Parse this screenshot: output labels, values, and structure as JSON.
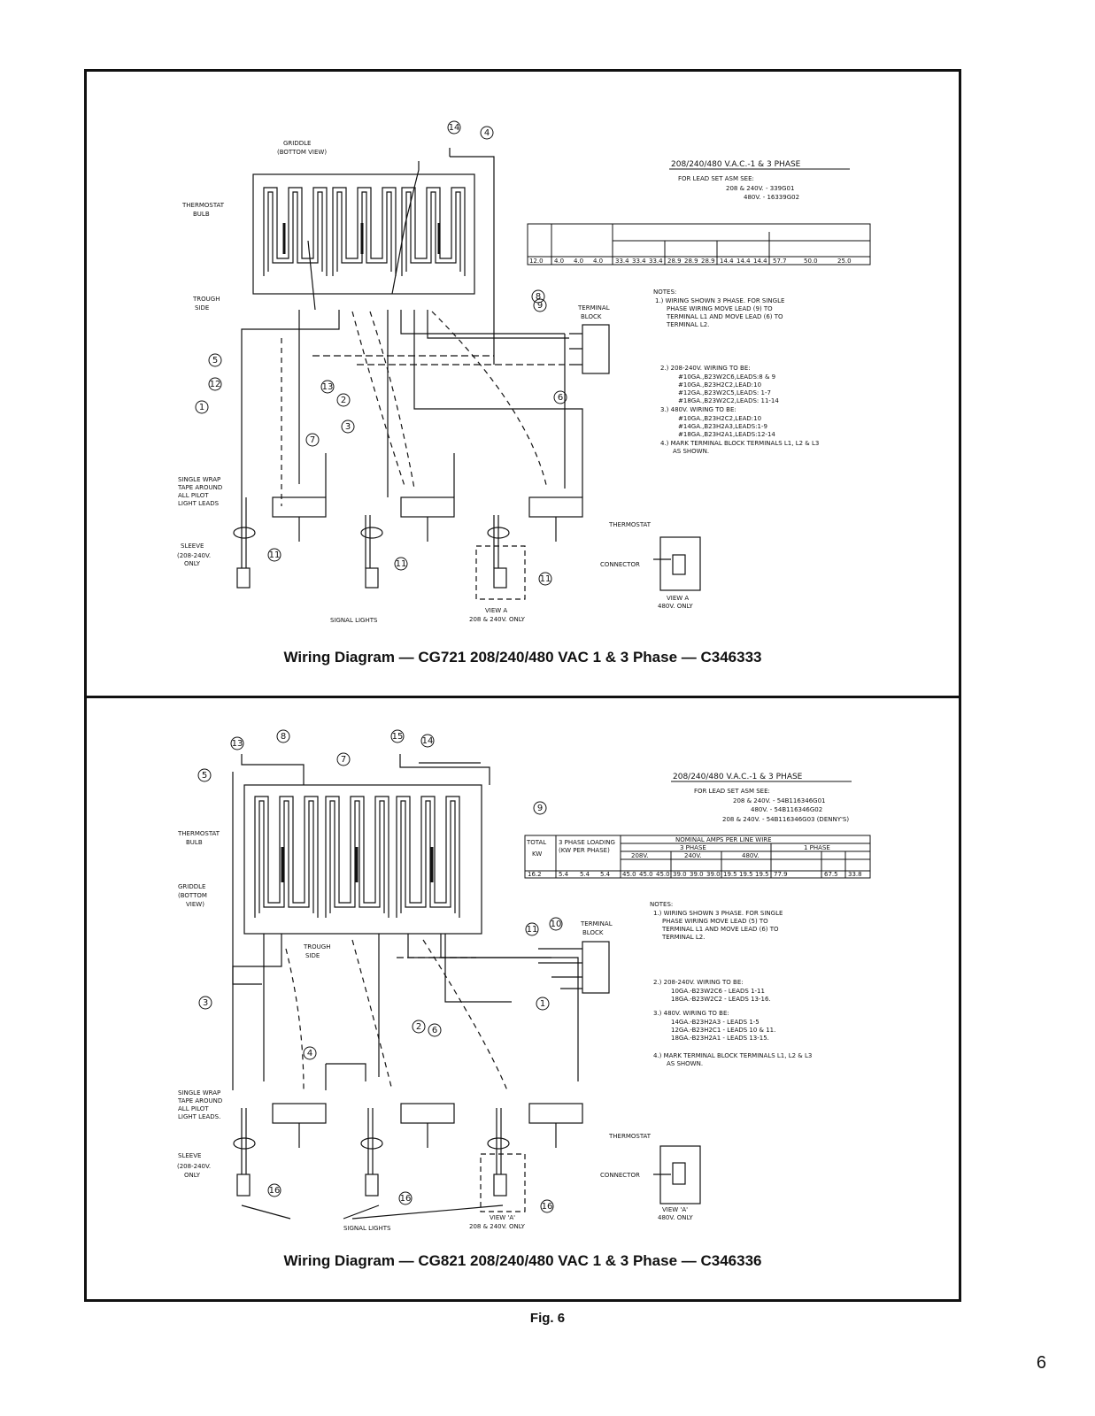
{
  "panel_top": {
    "caption": "Wiring Diagram — CG721 208/240/480 VAC 1 & 3 Phase — C346333",
    "labels": {
      "griddle": "GRIDDLE",
      "bottom_view": "(BOTTOM VIEW)",
      "thermostat_bulb": "THERMOSTAT",
      "bulb": "BULB",
      "trough": "TROUGH",
      "side": "SIDE",
      "terminal": "TERMINAL",
      "block": "BLOCK",
      "single_wrap": [
        "SINGLE WRAP",
        "TAPE AROUND",
        "ALL PILOT",
        "LIGHT LEADS"
      ],
      "sleeve": "SLEEVE",
      "sleeve_note": [
        "(208-240V.",
        "ONLY"
      ],
      "thermostat": "THERMOSTAT",
      "connector": "CONNECTOR",
      "view_a": "VIEW A",
      "view_a_note": "480V. ONLY",
      "signal_lights": "SIGNAL LIGHTS",
      "view_a_left": "VIEW A",
      "view_a_left_note": "208 & 240V. ONLY"
    },
    "title_block": {
      "title": "208/240/480 V.A.C.-1 & 3 PHASE",
      "lead_set": "FOR LEAD SET ASM SEE:",
      "lines": [
        "208 & 240V. - 339G01",
        "480V. - 16339G02"
      ]
    },
    "table": {
      "total_kw": "12.0",
      "loading": [
        "4.0",
        "4.0",
        "4.0"
      ],
      "amps_208": [
        "33.4",
        "33.4",
        "33.4"
      ],
      "amps_240": [
        "28.9",
        "28.9",
        "28.9"
      ],
      "amps_480": [
        "14.4",
        "14.4",
        "14.4"
      ],
      "single": [
        "57.7",
        "50.0",
        "25.0"
      ]
    },
    "notes": {
      "heading": "NOTES:",
      "n1": [
        "1.) WIRING SHOWN 3 PHASE. FOR SINGLE",
        "PHASE WIRING MOVE LEAD (9) TO",
        "TERMINAL L1 AND MOVE LEAD (6) TO",
        "TERMINAL L2."
      ],
      "n2": [
        "2.) 208-240V. WIRING TO BE:",
        "#10GA.,B23W2C6,LEADS:8 & 9",
        "#10GA.,B23H2C2,LEAD:10",
        "#12GA.,B23W2C5,LEADS: 1-7",
        "#18GA.,B23W2C2,LEADS: 11-14"
      ],
      "n3": [
        "3.) 480V. WIRING TO BE:",
        "#10GA.,B23H2C2,LEAD:10",
        "#14GA.,B23H2A3,LEADS:1-9",
        "#18GA.,B23H2A1,LEADS:12-14"
      ],
      "n4": [
        "4.) MARK TERMINAL BLOCK TERMINALS L1, L2 & L3",
        "AS SHOWN."
      ]
    }
  },
  "panel_bottom": {
    "caption": "Wiring Diagram — CG821 208/240/480 VAC 1 & 3 Phase — C346336",
    "labels": {
      "thermostat_bulb": "THERMOSTAT",
      "bulb": "BULB",
      "griddle": "GRIDDLE",
      "bottom_view": [
        "(BOTTOM",
        "VIEW)"
      ],
      "trough": "TROUGH",
      "side": "SIDE",
      "terminal": "TERMINAL",
      "block": "BLOCK",
      "single_wrap": [
        "SINGLE WRAP",
        "TAPE AROUND",
        "ALL PILOT",
        "LIGHT LEADS."
      ],
      "sleeve": "SLEEVE",
      "sleeve_note": [
        "(208-240V.",
        "ONLY"
      ],
      "thermostat": "THERMOSTAT",
      "connector": "CONNECTOR",
      "view_a": "VIEW 'A'",
      "view_a_note": "480V. ONLY",
      "signal_lights": "SIGNAL LIGHTS",
      "view_a_left": "VIEW 'A'",
      "view_a_left_note": "208 & 240V. ONLY"
    },
    "title_block": {
      "title": "208/240/480 V.A.C.-1 & 3 PHASE",
      "lead_set": "FOR LEAD SET ASM SEE:",
      "lines": [
        "208 & 240V. - 54B116346G01",
        "480V. - 54B116346G02",
        "208 & 240V. - 54B116346G03 (DENNY'S)"
      ]
    },
    "table": {
      "h_total": "TOTAL",
      "h_kw": "KW",
      "h_loading": [
        "3 PHASE LOADING",
        "(KW PER PHASE)"
      ],
      "h_nominal": "NOMINAL AMPS PER LINE WIRE",
      "h_3phase": "3 PHASE",
      "h_1phase": "1 PHASE",
      "h_208": "208V.",
      "h_240": "240V.",
      "h_480": "480V.",
      "total_kw": "16.2",
      "loading": [
        "5.4",
        "5.4",
        "5.4"
      ],
      "amps_208": [
        "45.0",
        "45.0",
        "45.0"
      ],
      "amps_240": [
        "39.0",
        "39.0",
        "39.0"
      ],
      "amps_480": [
        "19.5",
        "19.5",
        "19.5"
      ],
      "single": [
        "77.9",
        "67.5",
        "33.8"
      ]
    },
    "notes": {
      "heading": "NOTES:",
      "n1": [
        "1.) WIRING SHOWN 3 PHASE. FOR SINGLE",
        "PHASE WIRING MOVE LEAD (5) TO",
        "TERMINAL L1 AND MOVE LEAD (6) TO",
        "TERMINAL L2."
      ],
      "n2": [
        "2.) 208-240V. WIRING TO BE:",
        "10GA.-B23W2C6 - LEADS 1-11",
        "18GA.-B23W2C2 - LEADS 13-16."
      ],
      "n3": [
        "3.) 480V. WIRING TO BE:",
        "14GA.-B23H2A3 - LEADS 1-5",
        "12GA.-B23H2C1 - LEADS 10 & 11.",
        "18GA.-B23H2A1 - LEADS 13-15."
      ],
      "n4": [
        "4.) MARK TERMINAL BLOCK TERMINALS L1, L2 & L3",
        "AS SHOWN."
      ]
    }
  },
  "figure_label": "Fig. 6",
  "page_number": "6"
}
